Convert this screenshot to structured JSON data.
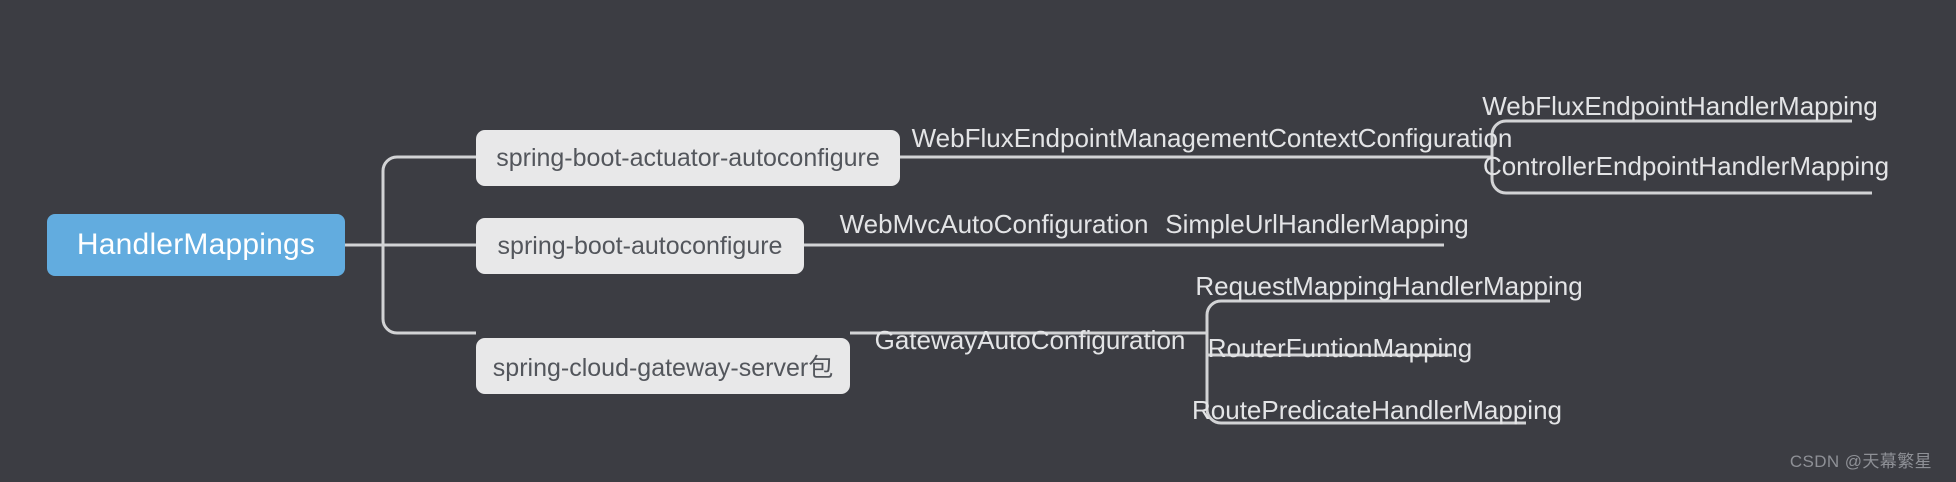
{
  "diagram": {
    "type": "mindmap",
    "background_color": "#3c3d43",
    "root": {
      "label": "HandlerMappings",
      "fill_color": "#62acdf",
      "text_color": "#ffffff"
    },
    "branches": [
      {
        "module": "spring-boot-actuator-autoconfigure",
        "configuration": "WebFluxEndpointManagementContextConfiguration",
        "mappings": [
          "WebFluxEndpointHandlerMapping",
          "ControllerEndpointHandlerMapping"
        ]
      },
      {
        "module": "spring-boot-autoconfigure",
        "configuration": "WebMvcAutoConfiguration",
        "mappings": [
          "SimpleUrlHandlerMapping"
        ]
      },
      {
        "module": "spring-cloud-gateway-server包",
        "configuration": "GatewayAutoConfiguration",
        "mappings": [
          "RequestMappingHandlerMapping",
          "RouterFuntionMapping",
          "RoutePredicateHandlerMapping"
        ]
      }
    ],
    "node_fill_color": "#e8e8e9",
    "node_text_color": "#53565c",
    "label_text_color": "#e3e4e6",
    "connector_color": "#d2d3d5"
  },
  "watermark": {
    "text": "CSDN @天幕繁星"
  }
}
